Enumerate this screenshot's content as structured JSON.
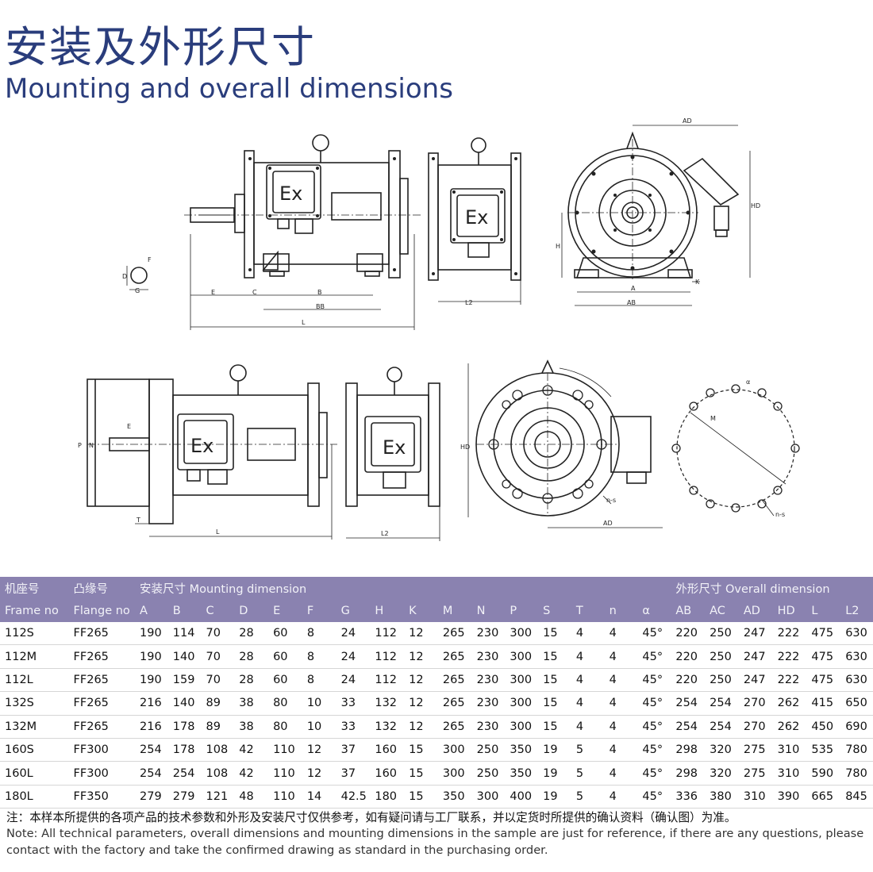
{
  "header": {
    "title_cn": "安装及外形尺寸",
    "title_en": "Mounting and overall dimensions"
  },
  "drawing_labels": {
    "top": {
      "AD": "AD",
      "HD": "HD",
      "E": "E",
      "C": "C",
      "B": "B",
      "BB": "BB",
      "L": "L",
      "L2": "L2",
      "A": "A",
      "AB": "AB",
      "H": "H",
      "K": "K",
      "G": "G",
      "D": "D",
      "F": "F",
      "Ex": "Ex"
    },
    "bottom": {
      "E": "E",
      "T": "T",
      "L": "L",
      "L2": "L2",
      "P": "P",
      "N": "N",
      "HD": "HD",
      "AD": "AD",
      "n_s_1": "n-s",
      "n_s_2": "n-s",
      "M": "M",
      "alpha": "α",
      "Ex": "Ex"
    }
  },
  "table": {
    "group_header": {
      "frame_cn": "机座号",
      "flange_cn": "凸缘号",
      "mounting": "安装尺寸 Mounting dimension",
      "overall": "外形尺寸 Overall dimension"
    },
    "columns": [
      "Frame no",
      "Flange no",
      "A",
      "B",
      "C",
      "D",
      "E",
      "F",
      "G",
      "H",
      "K",
      "M",
      "N",
      "P",
      "S",
      "T",
      "n",
      "α",
      "AB",
      "AC",
      "AD",
      "HD",
      "L",
      "L2"
    ],
    "rows": [
      [
        "112S",
        "FF265",
        "190",
        "114",
        "70",
        "28",
        "60",
        "8",
        "24",
        "112",
        "12",
        "265",
        "230",
        "300",
        "15",
        "4",
        "4",
        "45°",
        "220",
        "250",
        "247",
        "222",
        "475",
        "630"
      ],
      [
        "112M",
        "FF265",
        "190",
        "140",
        "70",
        "28",
        "60",
        "8",
        "24",
        "112",
        "12",
        "265",
        "230",
        "300",
        "15",
        "4",
        "4",
        "45°",
        "220",
        "250",
        "247",
        "222",
        "475",
        "630"
      ],
      [
        "112L",
        "FF265",
        "190",
        "159",
        "70",
        "28",
        "60",
        "8",
        "24",
        "112",
        "12",
        "265",
        "230",
        "300",
        "15",
        "4",
        "4",
        "45°",
        "220",
        "250",
        "247",
        "222",
        "475",
        "630"
      ],
      [
        "132S",
        "FF265",
        "216",
        "140",
        "89",
        "38",
        "80",
        "10",
        "33",
        "132",
        "12",
        "265",
        "230",
        "300",
        "15",
        "4",
        "4",
        "45°",
        "254",
        "254",
        "270",
        "262",
        "415",
        "650"
      ],
      [
        "132M",
        "FF265",
        "216",
        "178",
        "89",
        "38",
        "80",
        "10",
        "33",
        "132",
        "12",
        "265",
        "230",
        "300",
        "15",
        "4",
        "4",
        "45°",
        "254",
        "254",
        "270",
        "262",
        "450",
        "690"
      ],
      [
        "160S",
        "FF300",
        "254",
        "178",
        "108",
        "42",
        "110",
        "12",
        "37",
        "160",
        "15",
        "300",
        "250",
        "350",
        "19",
        "5",
        "4",
        "45°",
        "298",
        "320",
        "275",
        "310",
        "535",
        "780"
      ],
      [
        "160L",
        "FF300",
        "254",
        "254",
        "108",
        "42",
        "110",
        "12",
        "37",
        "160",
        "15",
        "300",
        "250",
        "350",
        "19",
        "5",
        "4",
        "45°",
        "298",
        "320",
        "275",
        "310",
        "590",
        "780"
      ],
      [
        "180L",
        "FF350",
        "279",
        "279",
        "121",
        "48",
        "110",
        "14",
        "42.5",
        "180",
        "15",
        "350",
        "300",
        "400",
        "19",
        "5",
        "4",
        "45°",
        "336",
        "380",
        "310",
        "390",
        "665",
        "845"
      ]
    ]
  },
  "notes": {
    "cn": "注：本样本所提供的各项产品的技术参数和外形及安装尺寸仅供参考，如有疑问请与工厂联系，并以定货时所提供的确认资料（确认图）为准。",
    "en": "Note: All technical parameters, overall dimensions and mounting dimensions in the sample are just for reference, if there are any questions, please contact with the factory and take the confirmed drawing as standard in the purchasing order."
  },
  "colors": {
    "title": "#2a3d7c",
    "table_header": "#8a82b0"
  }
}
